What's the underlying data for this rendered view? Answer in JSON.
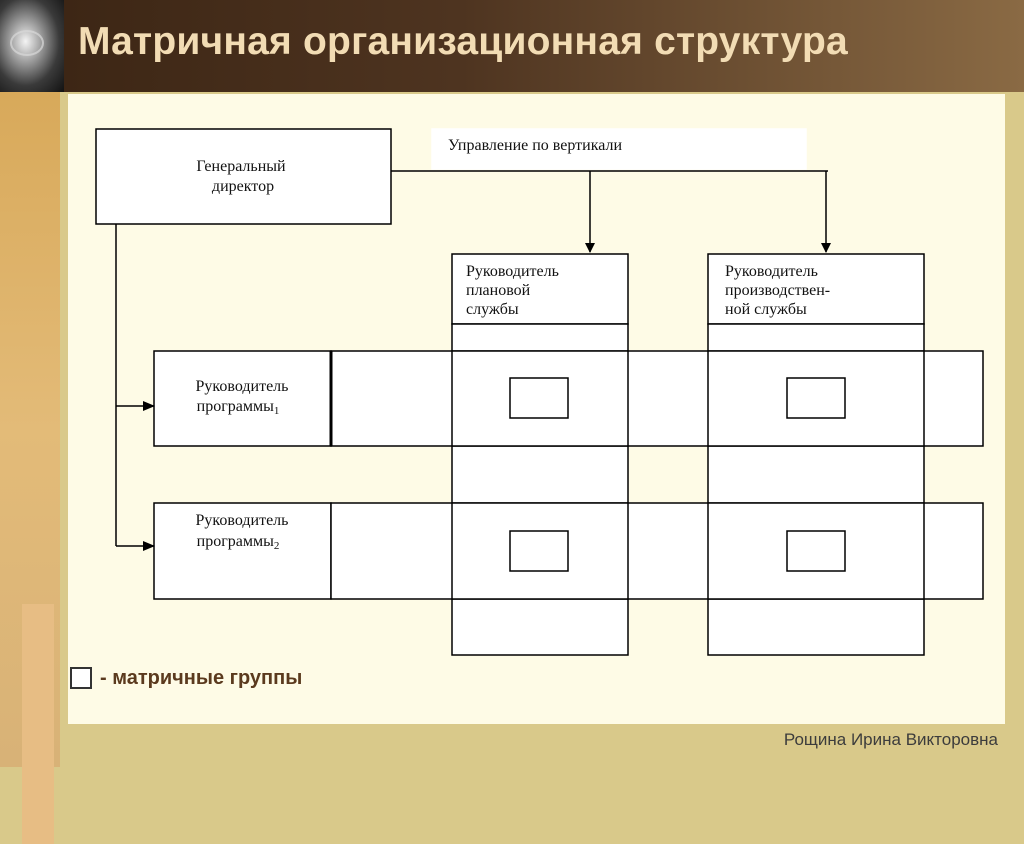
{
  "slide": {
    "title": "Матричная организационная структура",
    "author": "Рощина Ирина Викторовна",
    "colors": {
      "header": "#4e3420",
      "title": "#f2dcb4",
      "content_bg": "#fefbe6",
      "frame": "#d9c98a",
      "accent_text": "#5b3a1e"
    }
  },
  "diagram": {
    "general_director": [
      "Генеральный",
      "директор"
    ],
    "vertical_label": "Управление по вертикали",
    "planning_head": [
      "Руководитель",
      "плановой",
      "службы"
    ],
    "production_head": [
      "Руководитель",
      "производствен-",
      "ной службы"
    ],
    "program1": {
      "label": "Руководитель",
      "sub": "программы",
      "index": "1"
    },
    "program2": {
      "label": "Руководитель",
      "sub": "программы",
      "index": "2"
    }
  },
  "legend": {
    "text": "- матричные группы",
    "icon": "square-outline-icon"
  }
}
